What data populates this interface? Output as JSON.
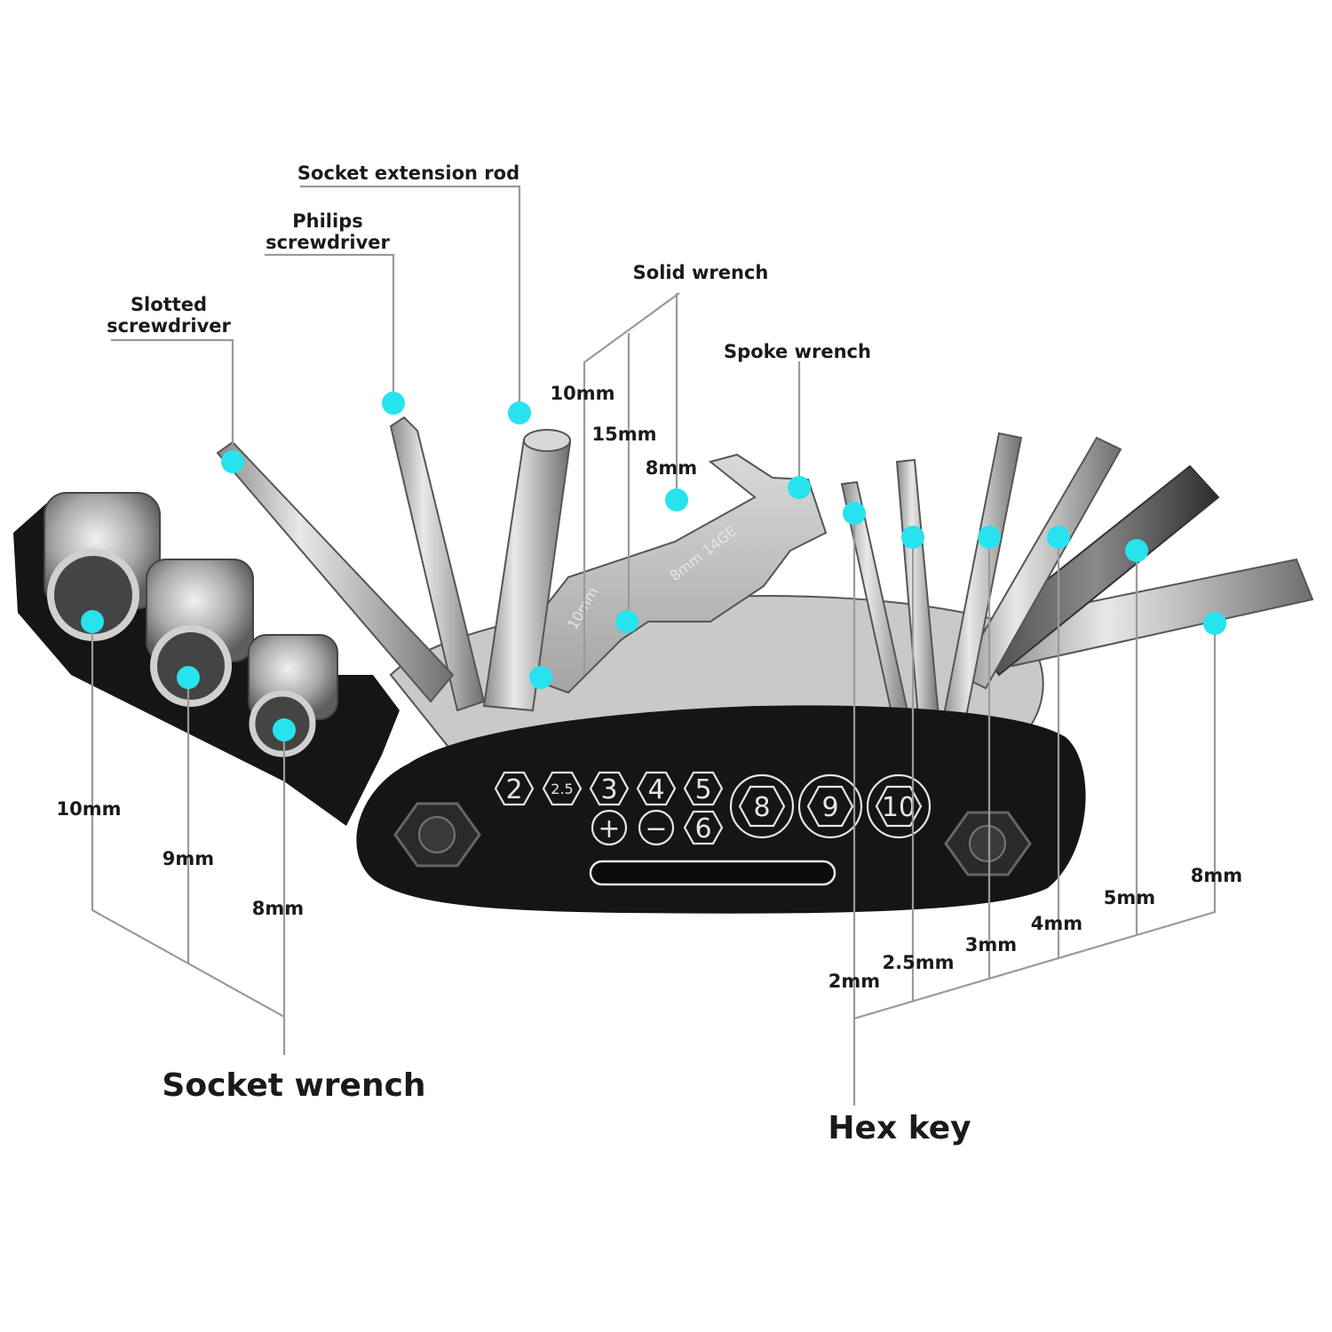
{
  "labels": {
    "socket_extension_rod": "Socket extension rod",
    "philips_line1": "Philips",
    "philips_line2": "screwdriver",
    "slotted_line1": "Slotted",
    "slotted_line2": "screwdriver",
    "solid_wrench": "Solid wrench",
    "solid_10": "10mm",
    "solid_15": "15mm",
    "solid_8": "8mm",
    "spoke_wrench": "Spoke wrench",
    "socket_10": "10mm",
    "socket_9": "9mm",
    "socket_8": "8mm",
    "socket_wrench": "Socket wrench",
    "hex_2": "2mm",
    "hex_25": "2.5mm",
    "hex_3": "3mm",
    "hex_4": "4mm",
    "hex_5": "5mm",
    "hex_8": "8mm",
    "hex_key": "Hex key"
  },
  "engraving": {
    "hex_row": [
      "2",
      "2.5",
      "3",
      "4",
      "5"
    ],
    "tool_row": [
      "+",
      "−",
      "6"
    ],
    "sockets": [
      "8",
      "9",
      "10"
    ],
    "spoke_text": "8mm 14GE",
    "wrench_text": "10mm"
  },
  "colors": {
    "marker": "#27e3ee",
    "leader": "#9a9a9a",
    "body": "#151515"
  }
}
